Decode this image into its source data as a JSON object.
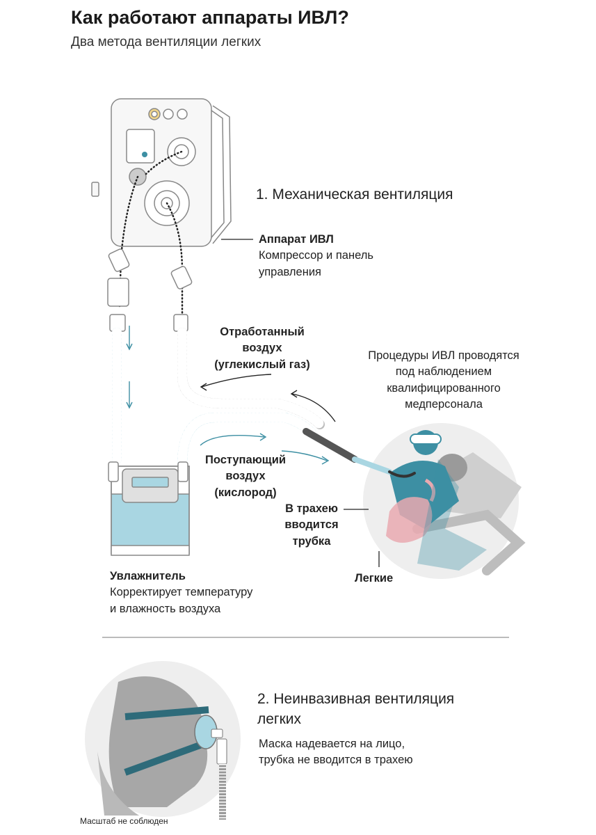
{
  "header": {
    "title": "Как работают аппараты ИВЛ?",
    "subtitle": "Два метода вентиляции легких"
  },
  "section1": {
    "title": "1. Механическая вентиляция",
    "ventilator": {
      "name": "Аппарат ИВЛ",
      "desc_line1": "Компрессор и панель",
      "desc_line2": "управления"
    },
    "exhaust": {
      "line1": "Отработанный",
      "line2": "воздух",
      "line3": "(углекислый газ)"
    },
    "procedure": {
      "line1": "Процедуры ИВЛ проводятся",
      "line2": "под наблюдением",
      "line3": "квалифицированного",
      "line4": "медперсонала"
    },
    "intake": {
      "line1": "Поступающий",
      "line2": "воздух",
      "line3": "(кислород)"
    },
    "tube": {
      "line1": "В трахею",
      "line2": "вводится",
      "line3": "трубка"
    },
    "lungs": "Легкие",
    "humidifier": {
      "name": "Увлажнитель",
      "desc_line1": "Корректирует температуру",
      "desc_line2": "и влажность воздуха"
    }
  },
  "section2": {
    "title_line1": "2. Неинвазивная вентиляция",
    "title_line2": "легких",
    "desc_line1": "Маска надевается на лицо,",
    "desc_line2": "трубка не вводится в трахею"
  },
  "footnote": "Масштаб не соблюден",
  "colors": {
    "accent_teal": "#3d8fa3",
    "tube_blue": "#a9d6e2",
    "lungs_pink": "#e9a9b0",
    "circle_gray": "#eeeeee",
    "device_outline": "#888888"
  },
  "icons": [
    "ventilator-device-icon",
    "humidifier-icon",
    "patient-icon",
    "mask-patient-icon"
  ]
}
